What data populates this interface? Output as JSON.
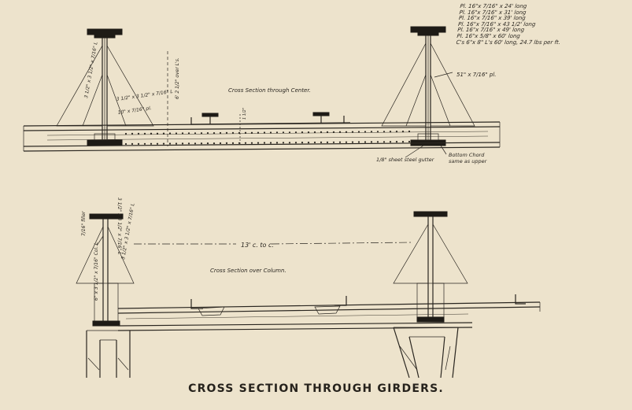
{
  "caption": "CROSS SECTION THROUGH GIRDERS.",
  "top_section": {
    "title": "Cross Section through Center.",
    "plate_list": [
      "Pl. 16\"x 7/16\" x 24' long",
      "Pl. 16\"x 7/16\" x 31' long",
      "Pl. 16\"x 7/16\" x 39' long",
      "Pl. 16\"x 7/16\" x 43 1/2' long",
      "Pl. 16\"x 7/16\" x 49' long",
      "Pl. 16\"x 5/8\" x 60' long",
      "C's 6\"x 8\" L's 60' long, 24.7 lbs per ft."
    ],
    "labels": {
      "web_plate": "51\" x 7/16\" pl.",
      "gutter": "1/8\" sheet steel gutter",
      "bottom_chord": "Bottom Chord",
      "bottom_chord_note": "same as upper",
      "left_angle": "3 1/2\" x 3 1/2\" x 7/16\" L",
      "stiff_angle": "3 1/2\" x 3 1/2\" x 7/16\" L",
      "plate": "10\" x 7/16\" pl.",
      "depth": "6' 2 1/2\" over L's.",
      "rail_dim": "1 1/2\""
    }
  },
  "bottom_section": {
    "title": "Cross Section over Column.",
    "spacing": "13' c. to c.",
    "labels": {
      "top_angle": "3 1/2\" x 3 1/2\" x 7/16\" L",
      "angle_b": "3 1/2\" x 3 1/2\" x 7/16\" L",
      "filler": "7/16\" filler",
      "col_angle": "6\" x 3 1/2\" x 7/16\" Col. L"
    }
  }
}
